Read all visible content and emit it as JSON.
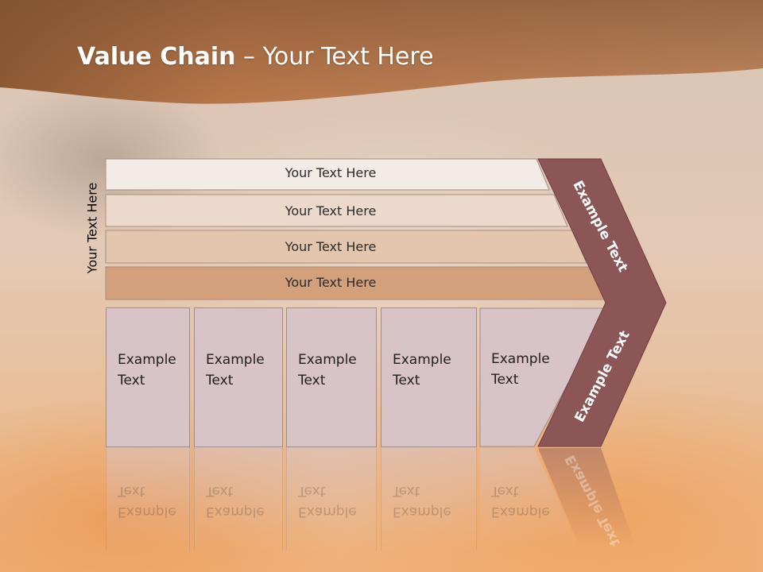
{
  "title": {
    "bold": "Value Chain",
    "rest": " – Your Text Here"
  },
  "side_label": "Your Text Here",
  "bands": [
    {
      "label": "Your Text Here"
    },
    {
      "label": "Your Text Here"
    },
    {
      "label": "Your Text Here"
    },
    {
      "label": "Your Text Here"
    }
  ],
  "boxes": [
    {
      "line1": "Example",
      "line2": "Text"
    },
    {
      "line1": "Example",
      "line2": "Text"
    },
    {
      "line1": "Example",
      "line2": "Text"
    },
    {
      "line1": "Example",
      "line2": "Text"
    },
    {
      "line1": "Example",
      "line2": "Text"
    }
  ],
  "chevron": {
    "top_label": "Example Text",
    "bottom_label": "Example Text"
  },
  "colors": {
    "header": "#b8774b",
    "band1": "#f3ebe6",
    "band2": "#ecd9cc",
    "band3": "#e4c6ae",
    "band4": "#d4a07c",
    "box": "#d8c3c6",
    "chevron": "#8c5556"
  }
}
